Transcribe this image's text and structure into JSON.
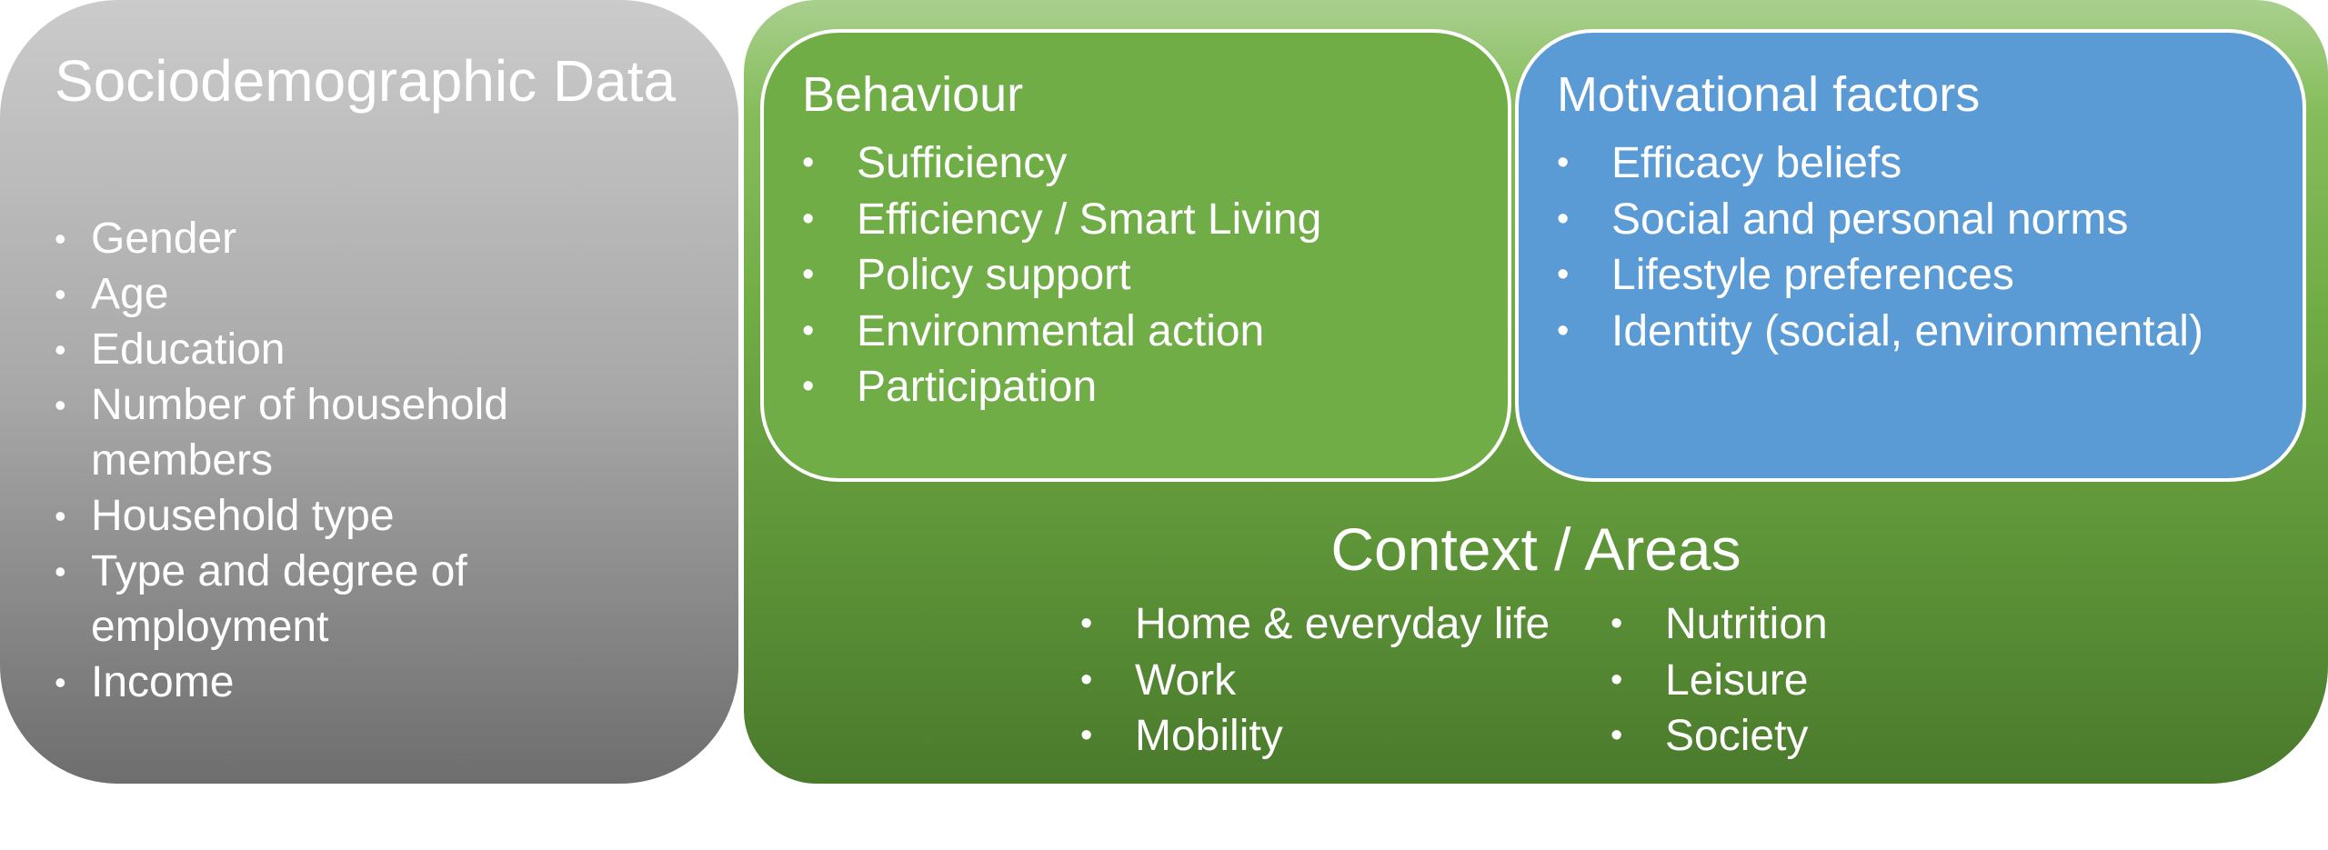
{
  "sociodemographic": {
    "title": "Sociodemographic Data",
    "items": [
      "Gender",
      "Age",
      "Education",
      "Number of household members",
      "Household type",
      "Type and degree of employment",
      "Income"
    ]
  },
  "behaviour": {
    "title": "Behaviour",
    "items": [
      "Sufficiency",
      "Efficiency / Smart Living",
      "Policy support",
      "Environmental action",
      "Participation"
    ]
  },
  "motivational": {
    "title": "Motivational factors",
    "items": [
      "Efficacy beliefs",
      "Social and personal norms",
      "Lifestyle preferences",
      "Identity (social, environmental)"
    ]
  },
  "context": {
    "title": "Context / Areas",
    "left_items": [
      "Home & everyday life",
      "Work",
      "Mobility"
    ],
    "right_items": [
      "Nutrition",
      "Leisure",
      "Society"
    ]
  },
  "colors": {
    "socio_gray": "#a8a8a8",
    "context_green": "#70ac46",
    "behaviour_green": "#70ad47",
    "motivational_blue": "#5b9bd5"
  }
}
